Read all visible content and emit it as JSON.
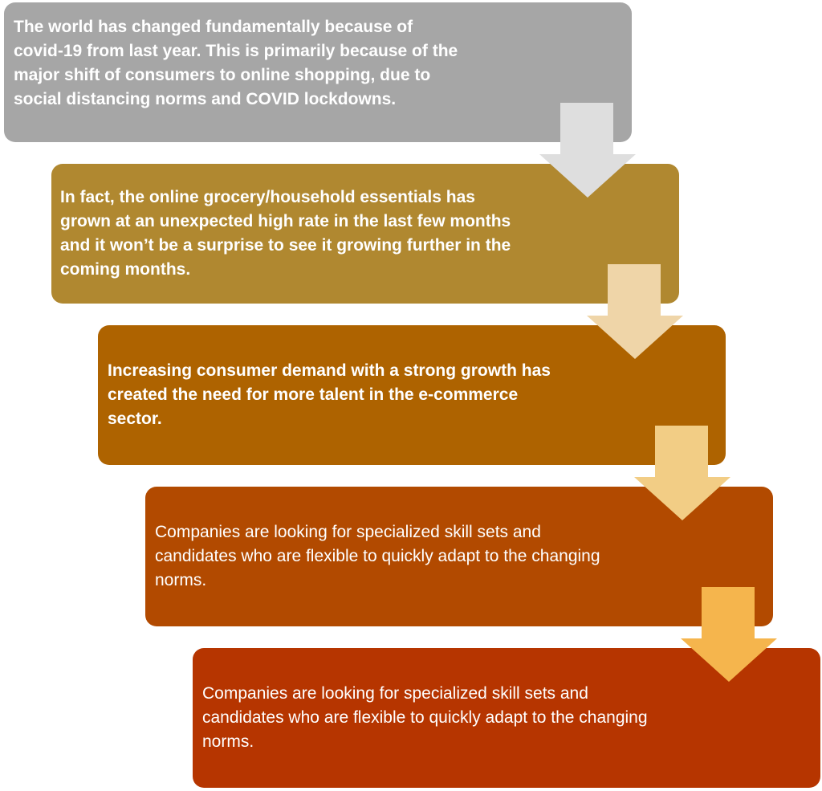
{
  "steps": [
    {
      "text": "The world has changed fundamentally because of covid-19 from last year. This is primarily because of the major shift of consumers to online shopping, due to social distancing norms and COVID lockdowns.",
      "color": "#a6a6a6"
    },
    {
      "text": "In fact, the online grocery/household essentials  has grown at an unexpected high rate in the last few months and it won’t be a surprise to see it growing further in the coming months.",
      "color": "#b08830"
    },
    {
      "text": "Increasing consumer demand  with a strong growth  has created  the need for more talent in the e-commerce sector.",
      "color": "#ae6300"
    },
    {
      "text": "Companies are looking for specialized skill sets and candidates who are flexible to quickly adapt to the changing norms.",
      "color": "#b24a00"
    },
    {
      "text": "Companies are looking for specialized skill sets and candidates who are flexible to quickly adapt to the changing norms.",
      "color": "#b63500"
    }
  ],
  "arrows": [
    {
      "color": "#dedede"
    },
    {
      "color": "#efd5a8"
    },
    {
      "color": "#f2cd85"
    },
    {
      "color": "#f5b54d"
    }
  ]
}
